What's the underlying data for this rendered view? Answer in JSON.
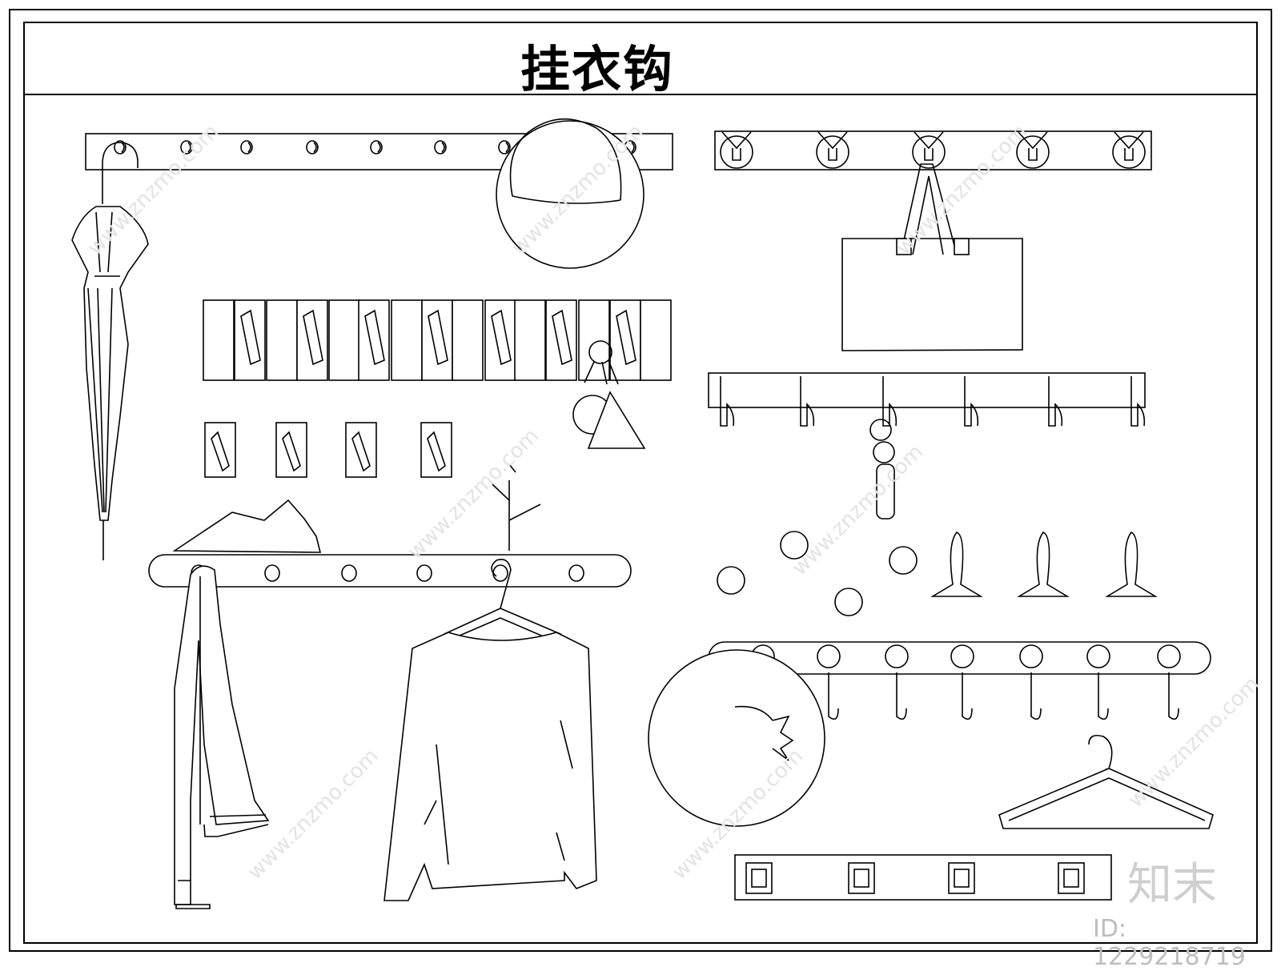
{
  "title": "挂衣钩",
  "watermark": {
    "logo_text": "知末",
    "id_text": "ID: 1229218719"
  },
  "colors": {
    "line": "#000000",
    "background": "#ffffff",
    "watermark": "#cfcfcf"
  }
}
